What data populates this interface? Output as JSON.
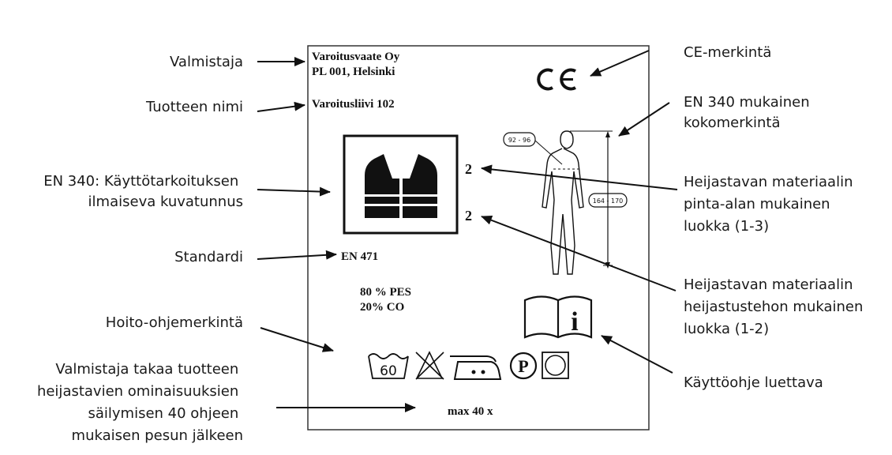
{
  "left_callouts": {
    "manufacturer": "Valmistaja",
    "product_name": "Tuotteen nimi",
    "pictogram": [
      "EN 340: Käyttötarkoituksen",
      "ilmaiseva kuvatunnus"
    ],
    "standard": "Standardi",
    "care_marking": "Hoito-ohjemerkintä",
    "guarantee": [
      "Valmistaja takaa tuotteen",
      "heijastavien ominaisuuksien",
      "säilymisen 40 ohjeen",
      "mukaisen pesun jälkeen"
    ]
  },
  "right_callouts": {
    "ce_marking": "CE-merkintä",
    "size_marking": [
      "EN 340 mukainen",
      "kokomerkintä"
    ],
    "area_class": [
      "Heijastavan materiaalin",
      "pinta-alan mukainen",
      "luokka (1-3)"
    ],
    "performance_class": [
      "Heijastavan materiaalin",
      "heijastustehon mukainen",
      "luokka (1-2)"
    ],
    "instructions": "Käyttöohje luettava"
  },
  "label": {
    "manufacturer_line1": "Varoitusvaate Oy",
    "manufacturer_line2": "PL 001, Helsinki",
    "product": "Varoitusliivi 102",
    "ce_mark": "CE",
    "class_area": "2",
    "class_performance": "2",
    "standard": "EN 471",
    "material_line1": "80 % PES",
    "material_line2": "20% CO",
    "chest_size": "92 - 96",
    "height_size": "164 - 170",
    "wash_temp": "60",
    "dry_clean": "P",
    "info_symbol": "i",
    "max_wash": "max 40 x"
  },
  "colors": {
    "ink": "#111111",
    "text": "#1a1a1a",
    "background": "#ffffff"
  },
  "icons": [
    "vest-icon",
    "ce-mark-icon",
    "body-size-icon",
    "info-book-icon",
    "wash-60-icon",
    "no-bleach-icon",
    "iron-icon",
    "dry-clean-p-icon",
    "no-tumble-dry-icon"
  ]
}
